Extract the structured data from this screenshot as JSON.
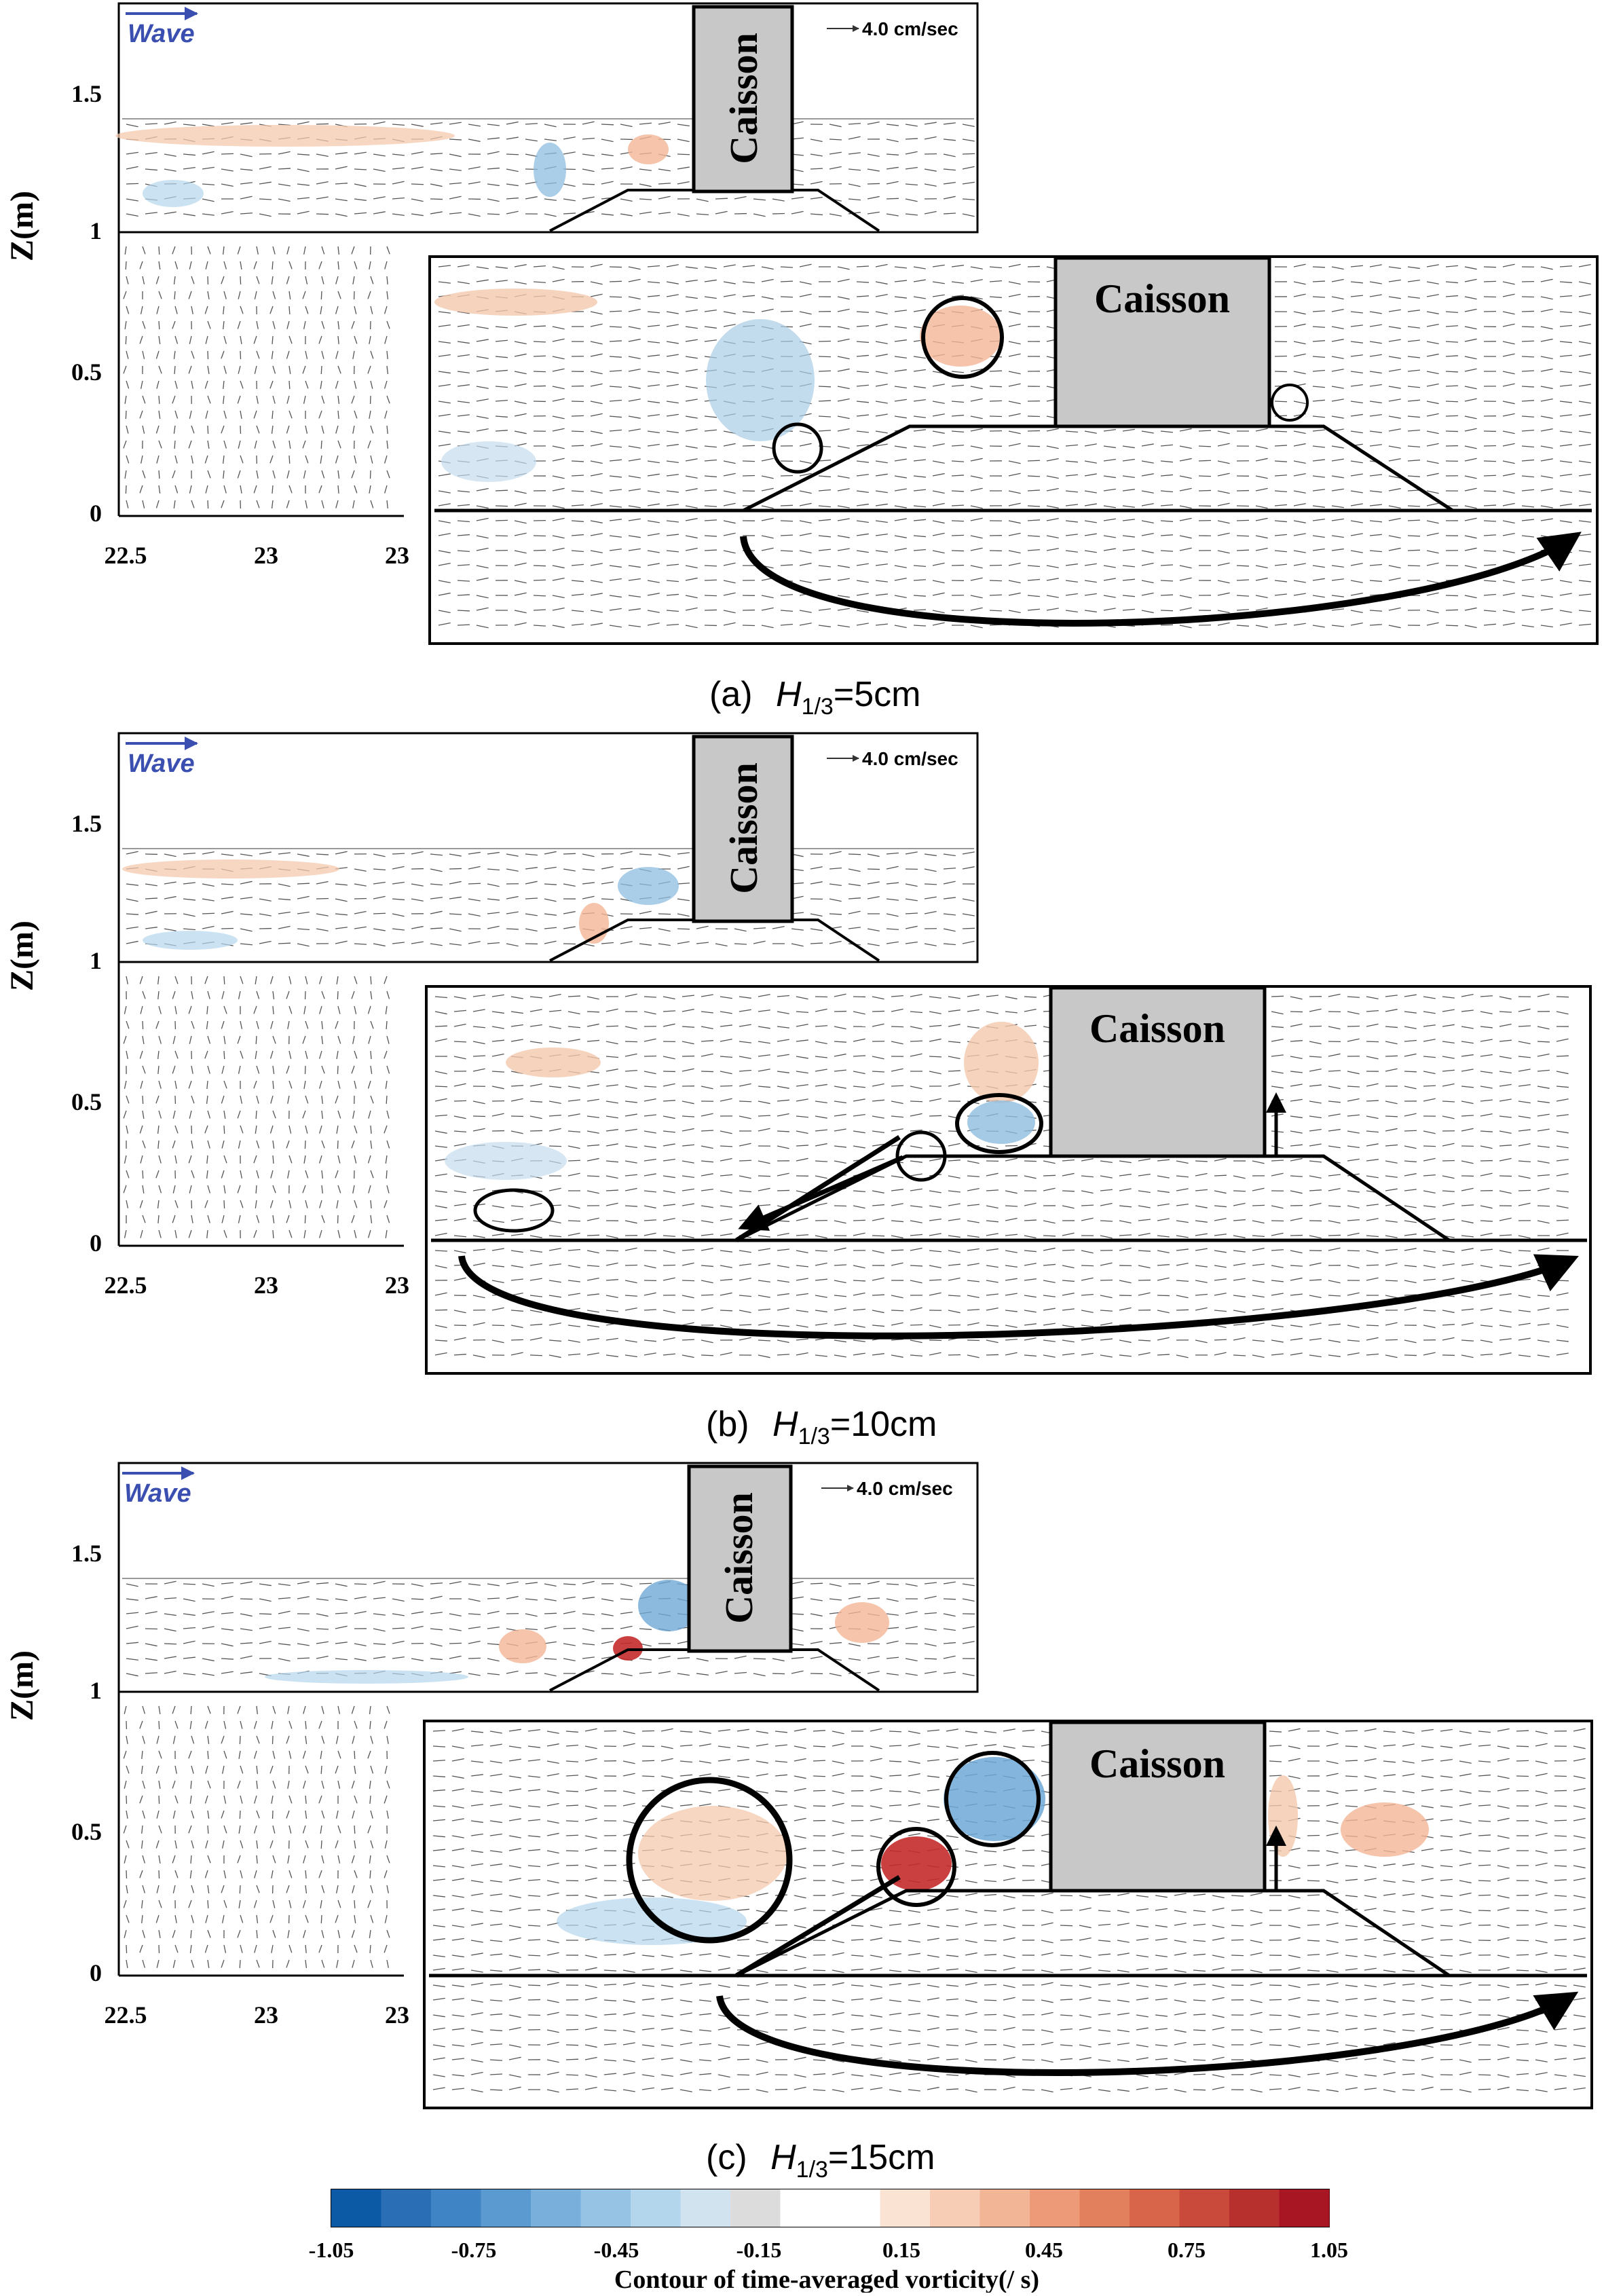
{
  "figure": {
    "y_axis_label": "Z(m)",
    "structure_label": "Caisson",
    "wave_label": "Wave",
    "scale_label": "4.0 cm/sec",
    "y_ticks": [
      "1.5",
      "1",
      "0.5",
      "0"
    ],
    "x_ticks": [
      "22.5",
      "23",
      "23"
    ],
    "colors": {
      "negative": "#2166ac",
      "positive": "#b2182b",
      "caisson_fill": "#c8c8c8",
      "wave_arrow": "#3a4fb0"
    }
  },
  "panels": [
    {
      "id": "a",
      "caption_prefix": "(a)",
      "caption_symbol": "H",
      "caption_sub": "1/3",
      "caption_value": "=5cm",
      "vortices": [
        {
          "sign": "positive",
          "strength": 0.3
        },
        {
          "sign": "negative",
          "strength": 0.4
        },
        {
          "sign": "negative",
          "strength": 0.3
        }
      ]
    },
    {
      "id": "b",
      "caption_prefix": "(b)",
      "caption_symbol": "H",
      "caption_sub": "1/3",
      "caption_value": "=10cm",
      "vortices": [
        {
          "sign": "negative",
          "strength": 0.4
        },
        {
          "sign": "positive",
          "strength": 0.35
        },
        {
          "sign": "positive",
          "strength": 0.3
        }
      ]
    },
    {
      "id": "c",
      "caption_prefix": "(c)",
      "caption_symbol": "H",
      "caption_sub": "1/3",
      "caption_value": "=15cm",
      "vortices": [
        {
          "sign": "negative",
          "strength": 0.6
        },
        {
          "sign": "positive",
          "strength": 1.0
        },
        {
          "sign": "positive",
          "strength": 0.3
        },
        {
          "sign": "positive",
          "strength": 0.35
        }
      ]
    }
  ],
  "colorbar": {
    "title": "Contour of time-averaged vorticity(/ s)",
    "tick_labels": [
      "-1.05",
      "-0.75",
      "-0.45",
      "-0.15",
      "0.15",
      "0.45",
      "0.75",
      "1.05"
    ],
    "colors": [
      "#0c5aa6",
      "#2a6fb5",
      "#3f84c4",
      "#5b9ad0",
      "#78afdb",
      "#96c3e4",
      "#b4d6ec",
      "#d1e3ef",
      "#dcdcdc",
      "#ffffff",
      "#ffffff",
      "#fbe3d3",
      "#f7cdb5",
      "#f2b596",
      "#ec9a78",
      "#e2805e",
      "#d86549",
      "#c94a3a",
      "#b8302e",
      "#a81623"
    ]
  }
}
